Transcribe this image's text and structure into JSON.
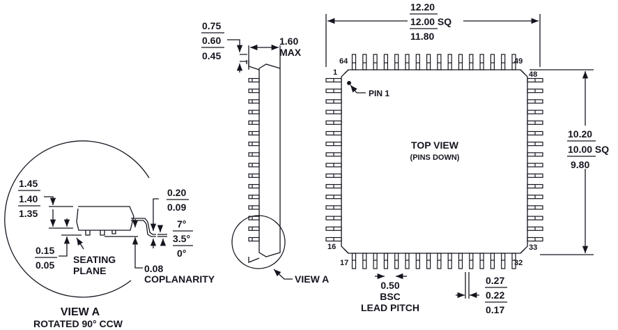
{
  "top_view": {
    "title": "TOP VIEW",
    "subtitle": "(PINS DOWN)",
    "pin1_label": "PIN 1",
    "pin_numbers": {
      "p1": "1",
      "p16": "16",
      "p17": "17",
      "p32": "32",
      "p33": "33",
      "p48": "48",
      "p49": "49",
      "p64": "64"
    },
    "pins_per_side": 16,
    "width_dim": {
      "max": "12.20",
      "nom": "12.00 SQ",
      "min": "11.80"
    },
    "height_dim": {
      "max": "10.20",
      "nom": "10.00 SQ",
      "min": "9.80"
    },
    "lead_pitch": {
      "value": "0.50",
      "bsc": "BSC",
      "label": "LEAD PITCH"
    },
    "lead_width": {
      "max": "0.27",
      "nom": "0.22",
      "min": "0.17"
    }
  },
  "side_view": {
    "standoff_dim": {
      "max": "0.75",
      "nom": "0.60",
      "min": "0.45"
    },
    "height_dim": {
      "value": "1.60",
      "note": "MAX"
    },
    "view_a_callout": "VIEW A"
  },
  "view_a": {
    "title": "VIEW A",
    "subtitle": "ROTATED 90° CCW",
    "body_thickness": {
      "max": "1.45",
      "nom": "1.40",
      "min": "1.35"
    },
    "standoff": {
      "max": "0.15",
      "min": "0.05"
    },
    "seating_plane": [
      "SEATING",
      "PLANE"
    ],
    "lead_thickness": {
      "max": "0.20",
      "min": "0.09"
    },
    "angle": {
      "max": "7°",
      "nom": "3.5°",
      "min": "0°"
    },
    "coplanarity": {
      "value": "0.08",
      "label": "COPLANARITY"
    }
  }
}
